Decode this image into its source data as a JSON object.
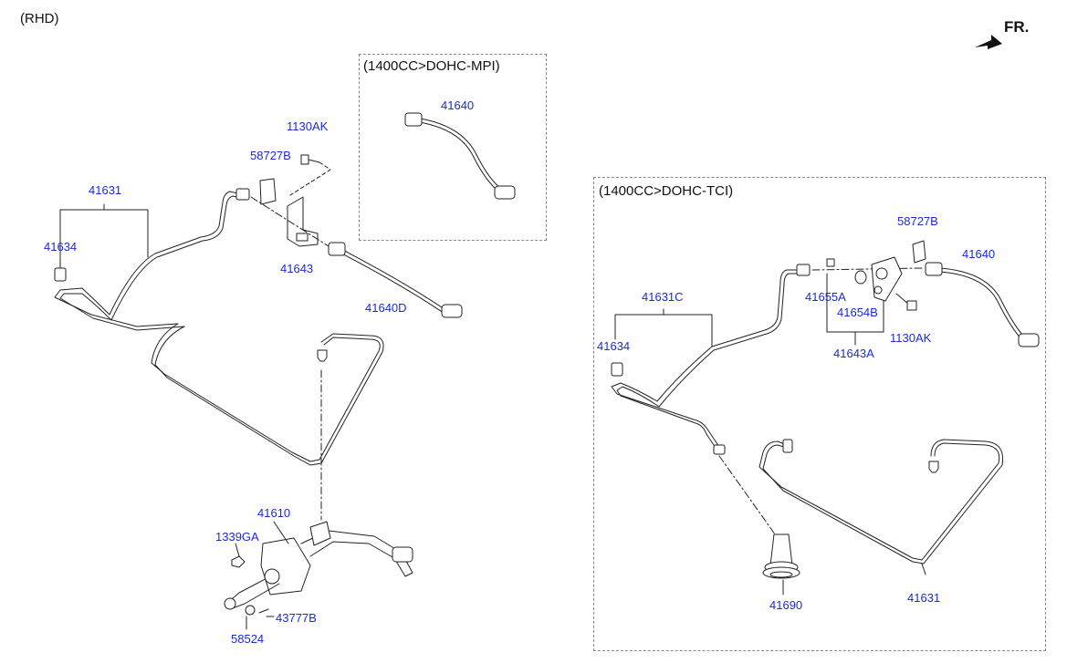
{
  "corner_label": "(RHD)",
  "direction_label": "FR.",
  "boxes": {
    "mpi": {
      "title": "(1400CC>DOHC-MPI)"
    },
    "tci": {
      "title": "(1400CC>DOHC-TCI)"
    }
  },
  "parts": {
    "p_1130AK_left": "1130AK",
    "p_58727B_left": "58727B",
    "p_41631_left": "41631",
    "p_41634_left": "41634",
    "p_41643": "41643",
    "p_41640D": "41640D",
    "p_41640_mpi": "41640",
    "p_41610": "41610",
    "p_1339GA": "1339GA",
    "p_43777B": "43777B",
    "p_58524": "58524",
    "p_58727B_right": "58727B",
    "p_41640_right": "41640",
    "p_41631C": "41631C",
    "p_41655A": "41655A",
    "p_41654B": "41654B",
    "p_1130AK_right": "1130AK",
    "p_41643A": "41643A",
    "p_41634_right": "41634",
    "p_41690": "41690",
    "p_41631_right": "41631"
  }
}
